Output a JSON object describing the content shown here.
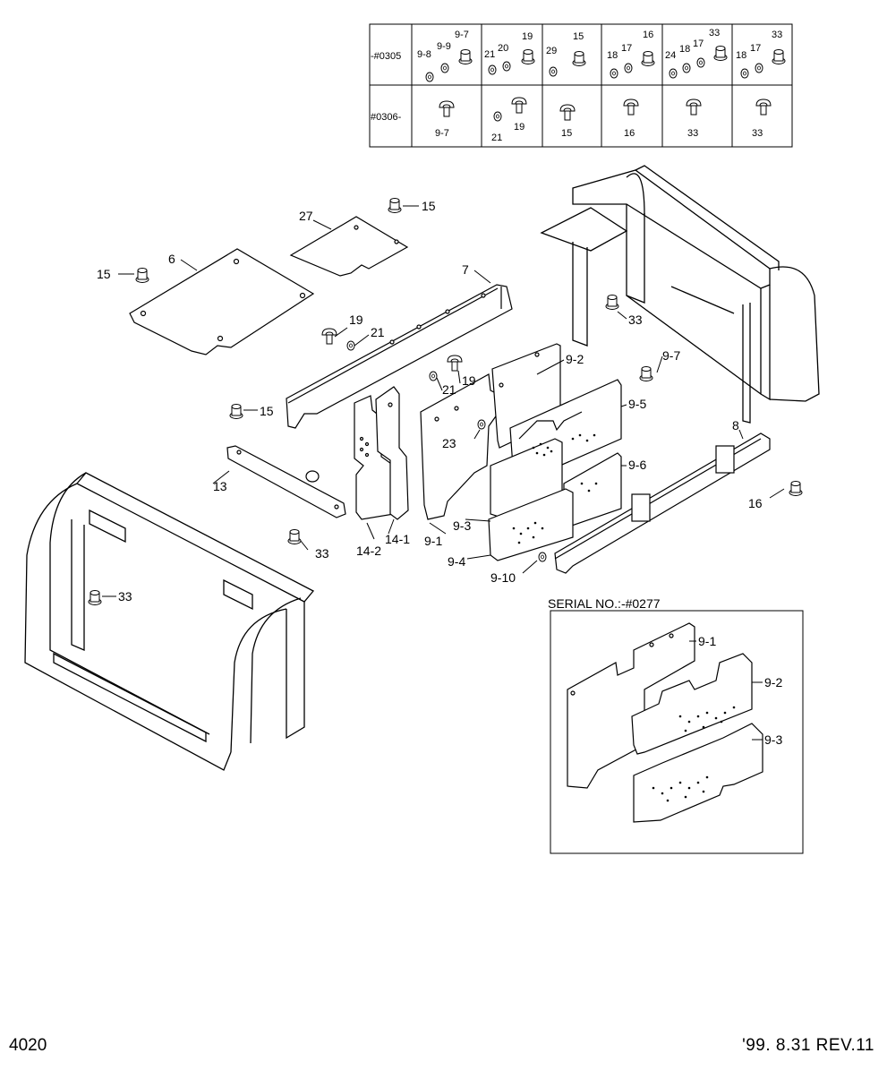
{
  "page": {
    "number": "4020",
    "revision": "'99. 8.31  REV.11"
  },
  "fastener_table": {
    "row_labels": [
      "-#0305",
      "#0306-"
    ],
    "cells": [
      {
        "top": [
          "9-7",
          "9-8",
          "9-9"
        ],
        "bottom": [
          "9-7"
        ]
      },
      {
        "top": [
          "19",
          "20",
          "21"
        ],
        "bottom": [
          "19",
          "21"
        ]
      },
      {
        "top": [
          "15",
          "29"
        ],
        "bottom": [
          "15"
        ]
      },
      {
        "top": [
          "16",
          "17",
          "18"
        ],
        "bottom": [
          "16"
        ]
      },
      {
        "top": [
          "33",
          "17",
          "18",
          "24"
        ],
        "bottom": [
          "33"
        ]
      },
      {
        "top": [
          "33",
          "17",
          "18"
        ],
        "bottom": [
          "33"
        ]
      }
    ]
  },
  "callouts": {
    "p15a": "15",
    "p27": "27",
    "p15b": "15",
    "p6": "6",
    "p7": "7",
    "p33a": "33",
    "p19a": "19",
    "p21a": "21",
    "p19b": "19",
    "p21b": "21",
    "p9_2": "9-2",
    "p9_7": "9-7",
    "p15c": "15",
    "p23": "23",
    "p9_5": "9-5",
    "p8": "8",
    "p9_6": "9-6",
    "p13": "13",
    "p16": "16",
    "p9_3": "9-3",
    "p9_1": "9-1",
    "p14_1": "14-1",
    "p14_2": "14-2",
    "p33b": "33",
    "p9_4": "9-4",
    "p9_10": "9-10",
    "p33c": "33"
  },
  "inset": {
    "title": "SERIAL NO.:-#0277",
    "labels": {
      "a": "9-1",
      "b": "9-2",
      "c": "9-3"
    }
  }
}
